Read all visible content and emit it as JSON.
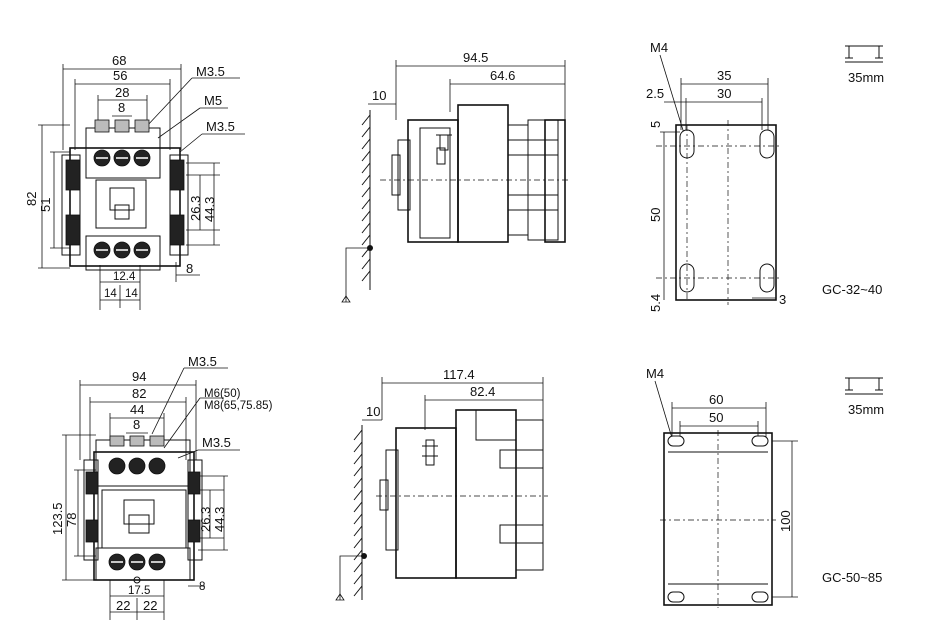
{
  "units_rail": "35mm",
  "top": {
    "front": {
      "w68": "68",
      "w56": "56",
      "w28": "28",
      "w8": "8",
      "screw1": "M3.5",
      "screw2": "M5",
      "screw3": "M3.5",
      "h82": "82",
      "h51": "51",
      "h26": "26.3",
      "h44": "44.3",
      "b12": "12.4",
      "b14a": "14",
      "b14b": "14",
      "b8": "8"
    },
    "side": {
      "d94": "94.5",
      "d64": "64.6",
      "d10": "10"
    },
    "mount": {
      "m4": "M4",
      "w35": "35",
      "w30": "30",
      "w25": "2.5",
      "h5": "5",
      "h50": "50",
      "h54": "5.4",
      "w3": "3",
      "model": "GC-32~40"
    },
    "rail_label": "35mm"
  },
  "bottom": {
    "front": {
      "w94": "94",
      "w82": "82",
      "w44": "44",
      "w8": "8",
      "screw1": "M3.5",
      "screw2": "M6(50)",
      "screw2b": "M8(65,75.85)",
      "screw3": "M3.5",
      "h123": "123.5",
      "h78": "78",
      "h26": "26.3",
      "h44": "44.3",
      "b17": "17.5",
      "b22a": "22",
      "b22b": "22",
      "b8": "8"
    },
    "side": {
      "d117": "117.4",
      "d82": "82.4",
      "d10": "10"
    },
    "mount": {
      "m4": "M4",
      "w60": "60",
      "w50": "50",
      "h100": "100",
      "model": "GC-50~85"
    },
    "rail_label": "35mm"
  }
}
